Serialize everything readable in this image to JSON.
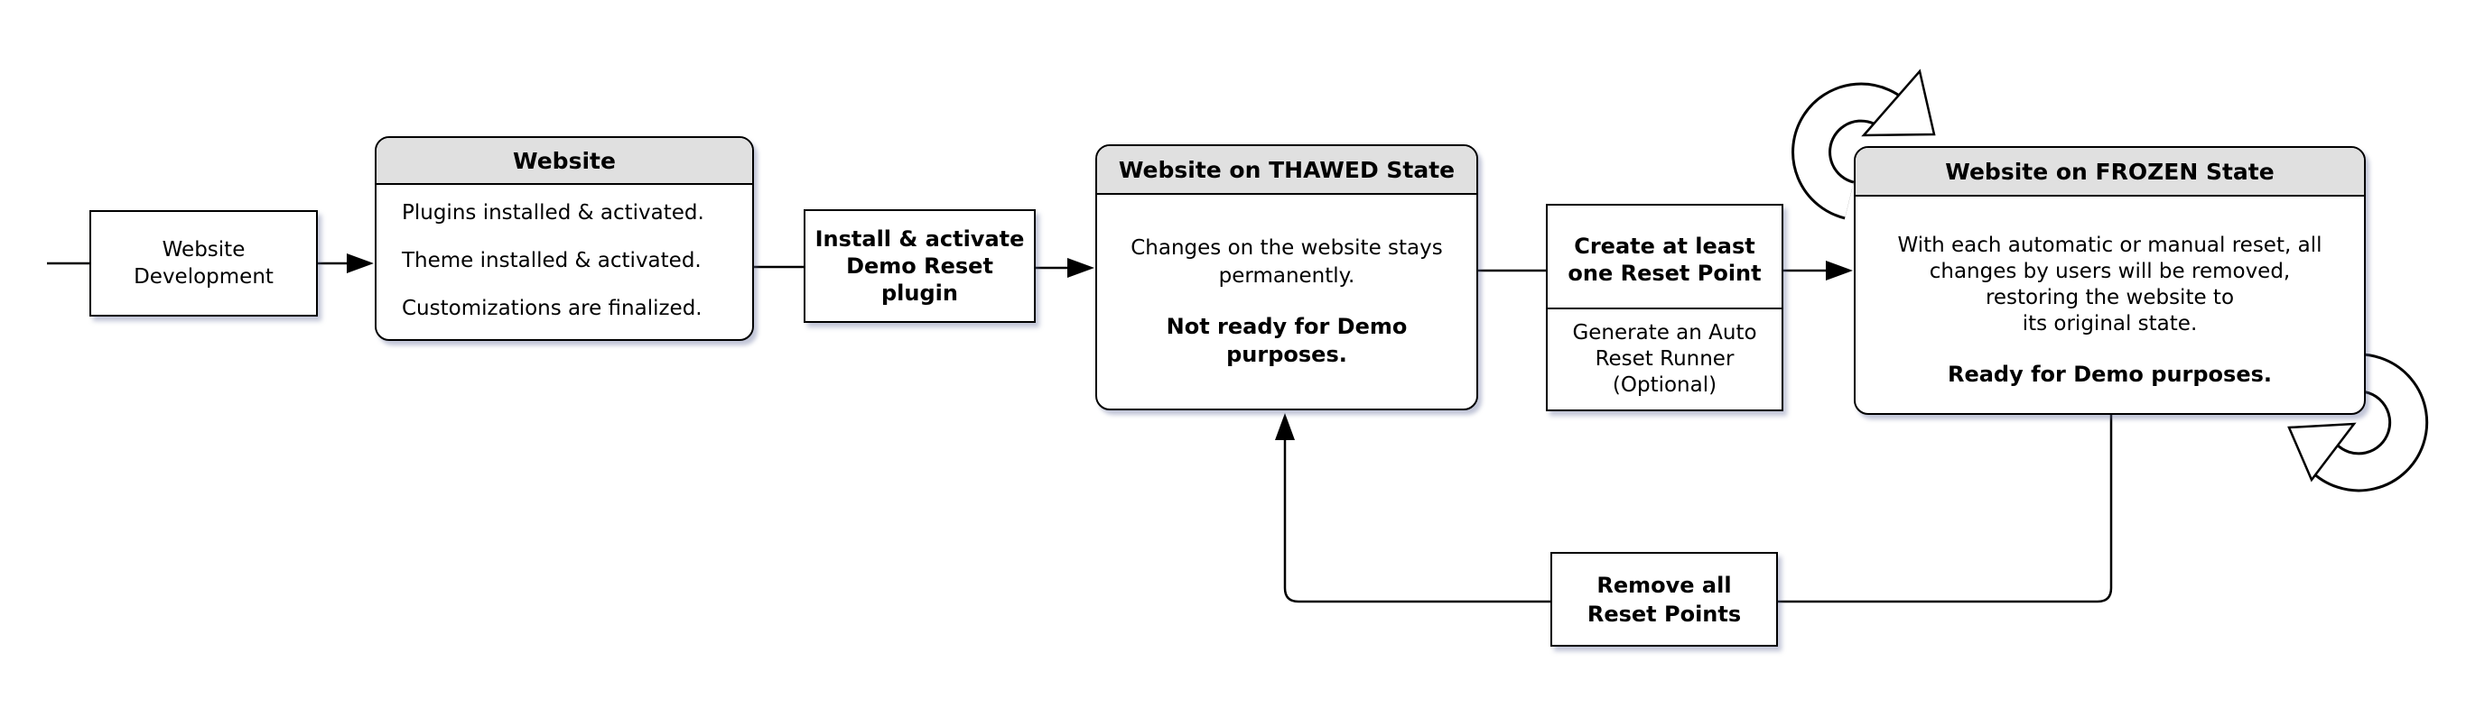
{
  "colors": {
    "background": "#ffffff",
    "box_fill": "#ffffff",
    "box_border": "#000000",
    "header_fill": "#e0e0e0",
    "edge": "#000000"
  },
  "nodes": {
    "website_development": {
      "text": "Website\nDevelopment"
    },
    "website": {
      "title": "Website",
      "items": [
        "Plugins installed & activated.",
        "Theme installed & activated.",
        "Customizations are finalized."
      ]
    },
    "install_plugin": {
      "text": "Install & activate\nDemo Reset\nplugin"
    },
    "thawed": {
      "title": "Website on THAWED State",
      "body": "Changes on the website stays\npermanently.",
      "emphasis": "Not ready for Demo\npurposes."
    },
    "create_reset_point": {
      "primary": "Create at least\none Reset Point",
      "secondary": "Generate an Auto\nReset Runner\n(Optional)"
    },
    "frozen": {
      "title": "Website on FROZEN State",
      "body": "With each automatic or manual reset, all\nchanges by users will be removed,\nrestoring the website to\nits original state.",
      "emphasis": "Ready for Demo purposes."
    },
    "remove_reset_points": {
      "text": "Remove all\nReset Points"
    }
  }
}
